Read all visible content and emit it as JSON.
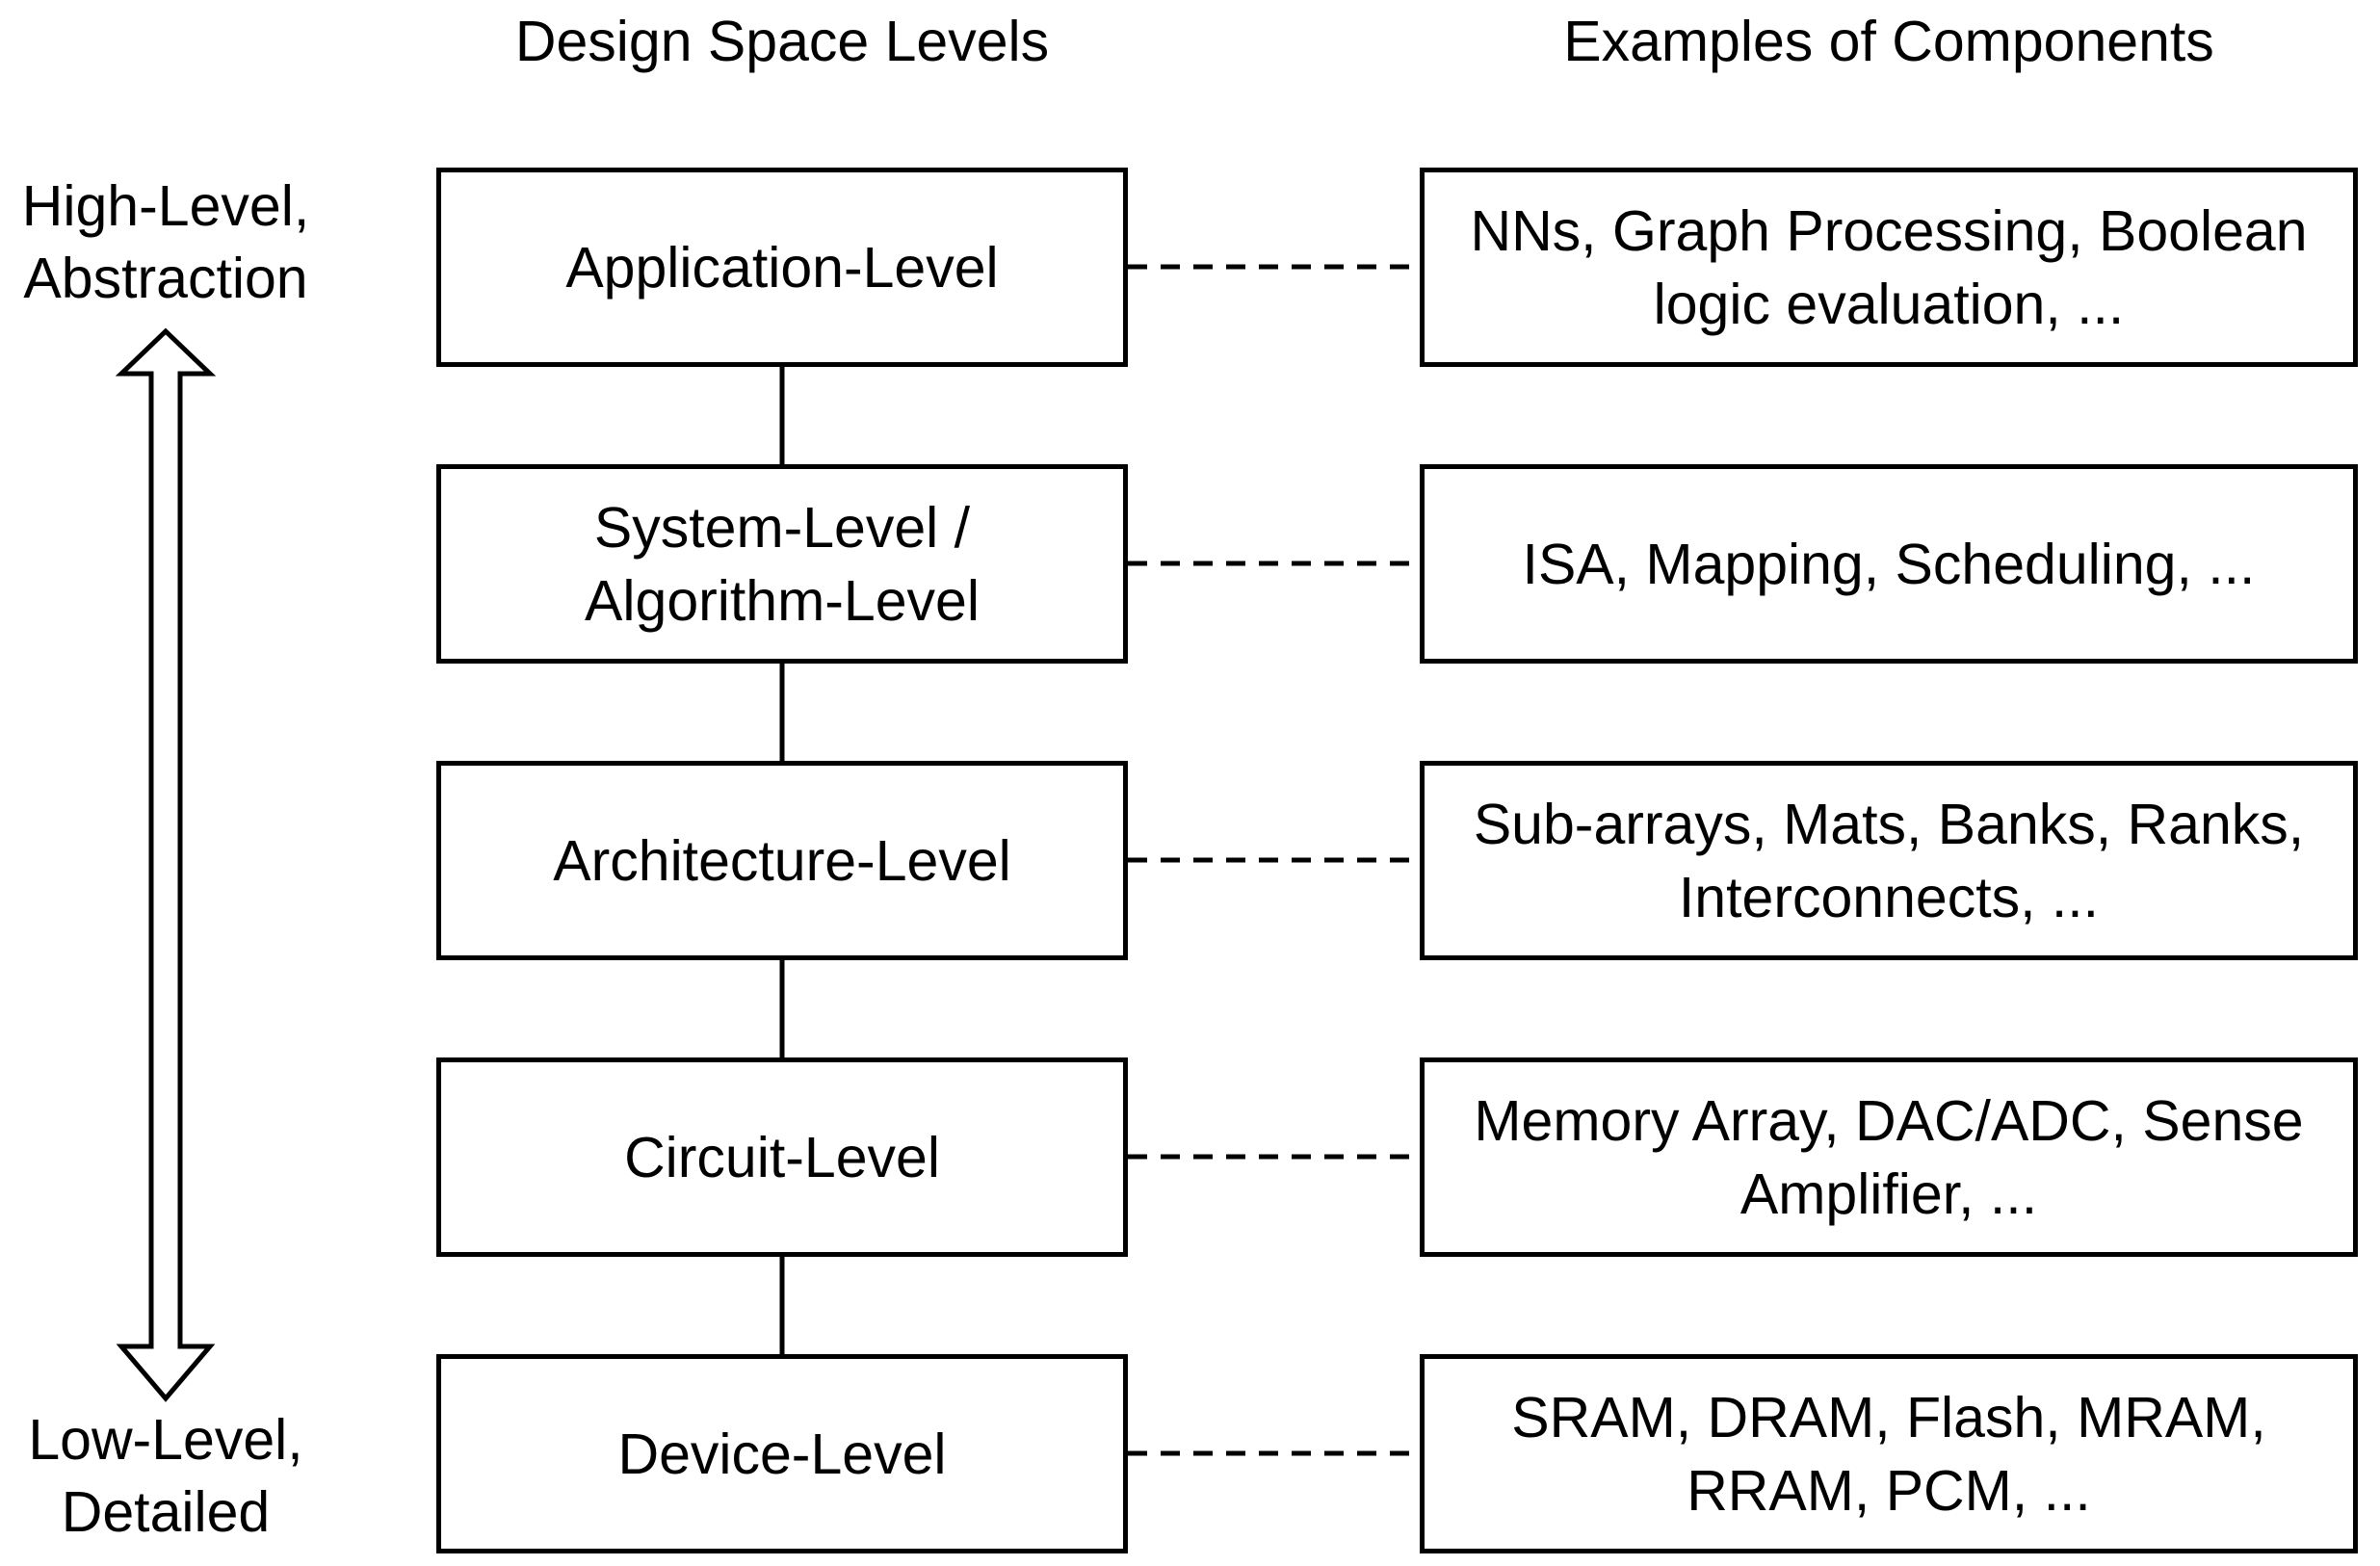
{
  "headings": {
    "levels": "Design Space Levels",
    "examples": "Examples of Components"
  },
  "axis": {
    "top_label": "High-Level,\nAbstraction",
    "bottom_label": "Low-Level,\nDetailed"
  },
  "levels": [
    {
      "label": "Application-Level"
    },
    {
      "label": "System-Level  /\nAlgorithm-Level"
    },
    {
      "label": "Architecture-Level"
    },
    {
      "label": "Circuit-Level"
    },
    {
      "label": "Device-Level"
    }
  ],
  "examples": [
    {
      "text": "NNs, Graph Processing, Boolean\nlogic evaluation, ..."
    },
    {
      "text": "ISA, Mapping, Scheduling, ..."
    },
    {
      "text": "Sub-arrays, Mats, Banks, Ranks,\nInterconnects, ..."
    },
    {
      "text": "Memory Array, DAC/ADC, Sense\nAmplifier, ..."
    },
    {
      "text": "SRAM, DRAM, Flash, MRAM,\nRRAM, PCM, ..."
    }
  ],
  "colors": {
    "stroke": "#000000",
    "background": "#ffffff"
  }
}
